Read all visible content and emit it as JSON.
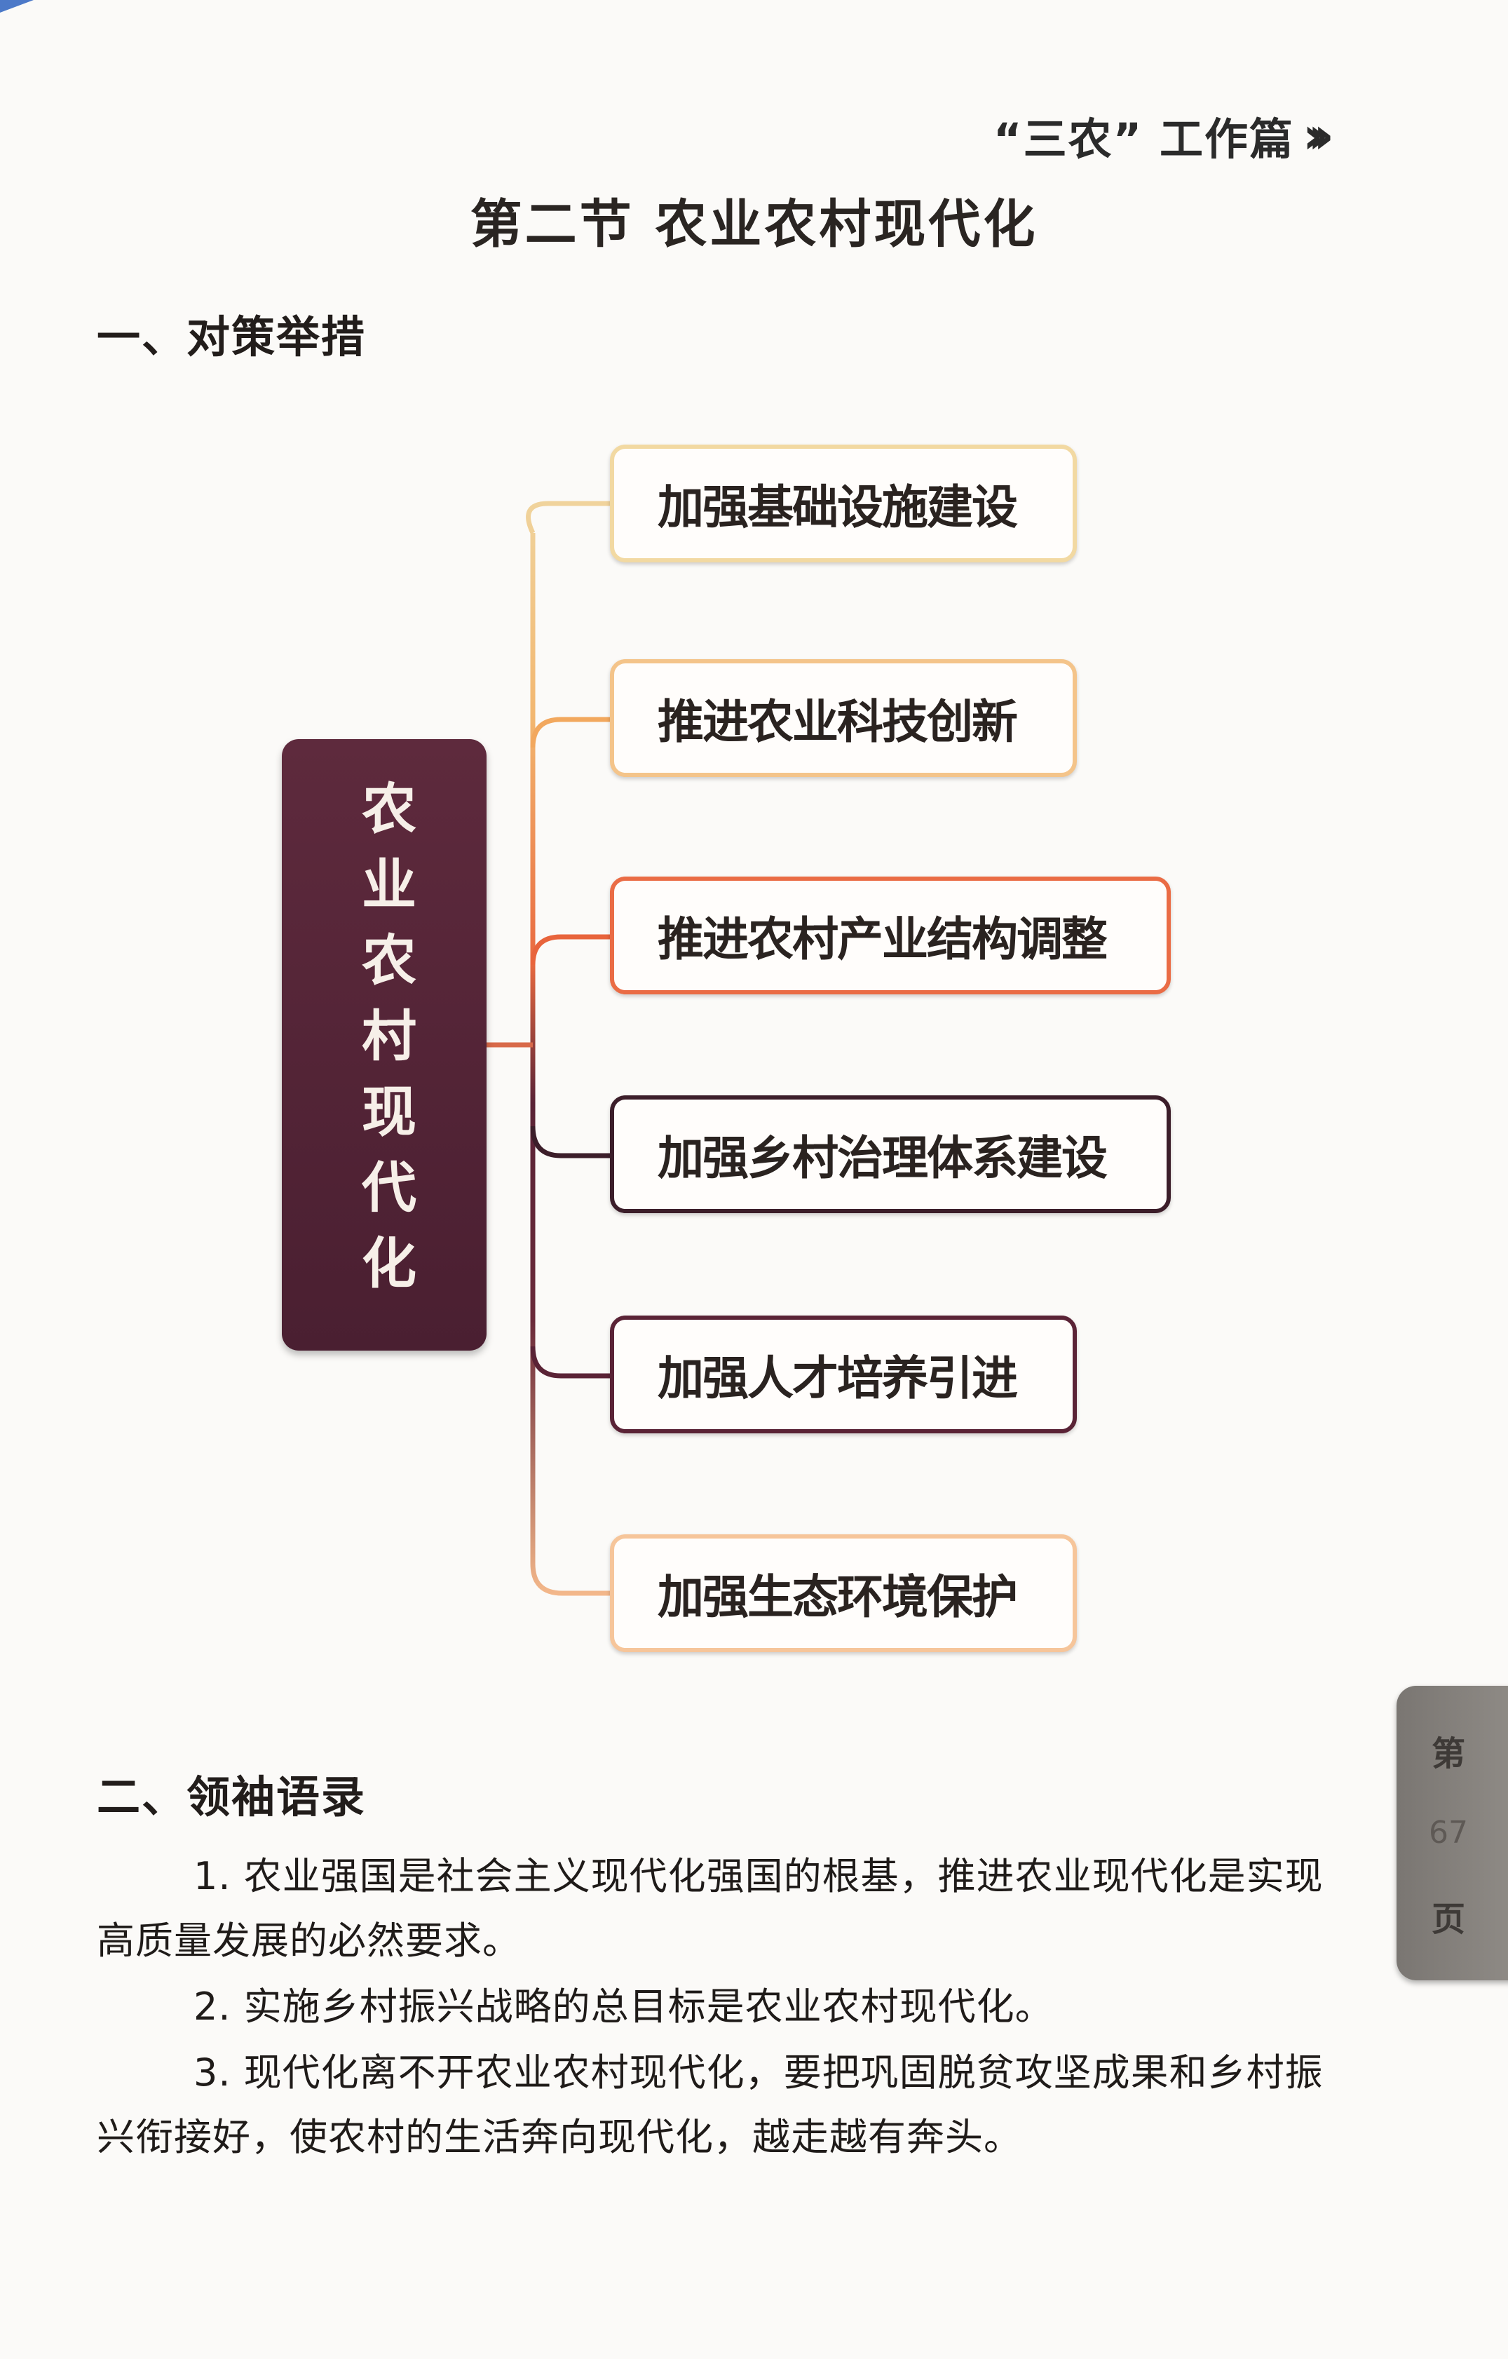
{
  "running_head": {
    "text": "“三农” 工作篇",
    "chevrons": "›››"
  },
  "section_title": "第二节  农业农村现代化",
  "heading_1": "一、对策举措",
  "diagram": {
    "center": "农业农村现代化",
    "nodes": [
      {
        "label": "加强基础设施建设",
        "color": "#f2d9a2"
      },
      {
        "label": "推进农业科技创新",
        "color": "#f4c48a"
      },
      {
        "label": "推进农村产业结构调整",
        "color": "#ea6c45"
      },
      {
        "label": "加强乡村治理体系建设",
        "color": "#3c1e2a"
      },
      {
        "label": "加强人才培养引进",
        "color": "#5a2336"
      },
      {
        "label": "加强生态环境保护",
        "color": "#f6c59a"
      }
    ]
  },
  "heading_2": "二、领袖语录",
  "quotes": [
    "1. 农业强国是社会主义现代化强国的根基，推进农业现代化是实现高质量发展的必然要求。",
    "2. 实施乡村振兴战略的总目标是农业农村现代化。",
    "3. 现代化离不开农业农村现代化，要把巩固脱贫攻坚成果和乡村振兴衔接好，使农村的生活奔向现代化，越走越有奔头。"
  ],
  "page_tab": {
    "top": "第",
    "number": "67",
    "bottom": "页"
  },
  "colors": {
    "center_box": "#4a1f31",
    "corner_mark": "#4c79c8"
  }
}
